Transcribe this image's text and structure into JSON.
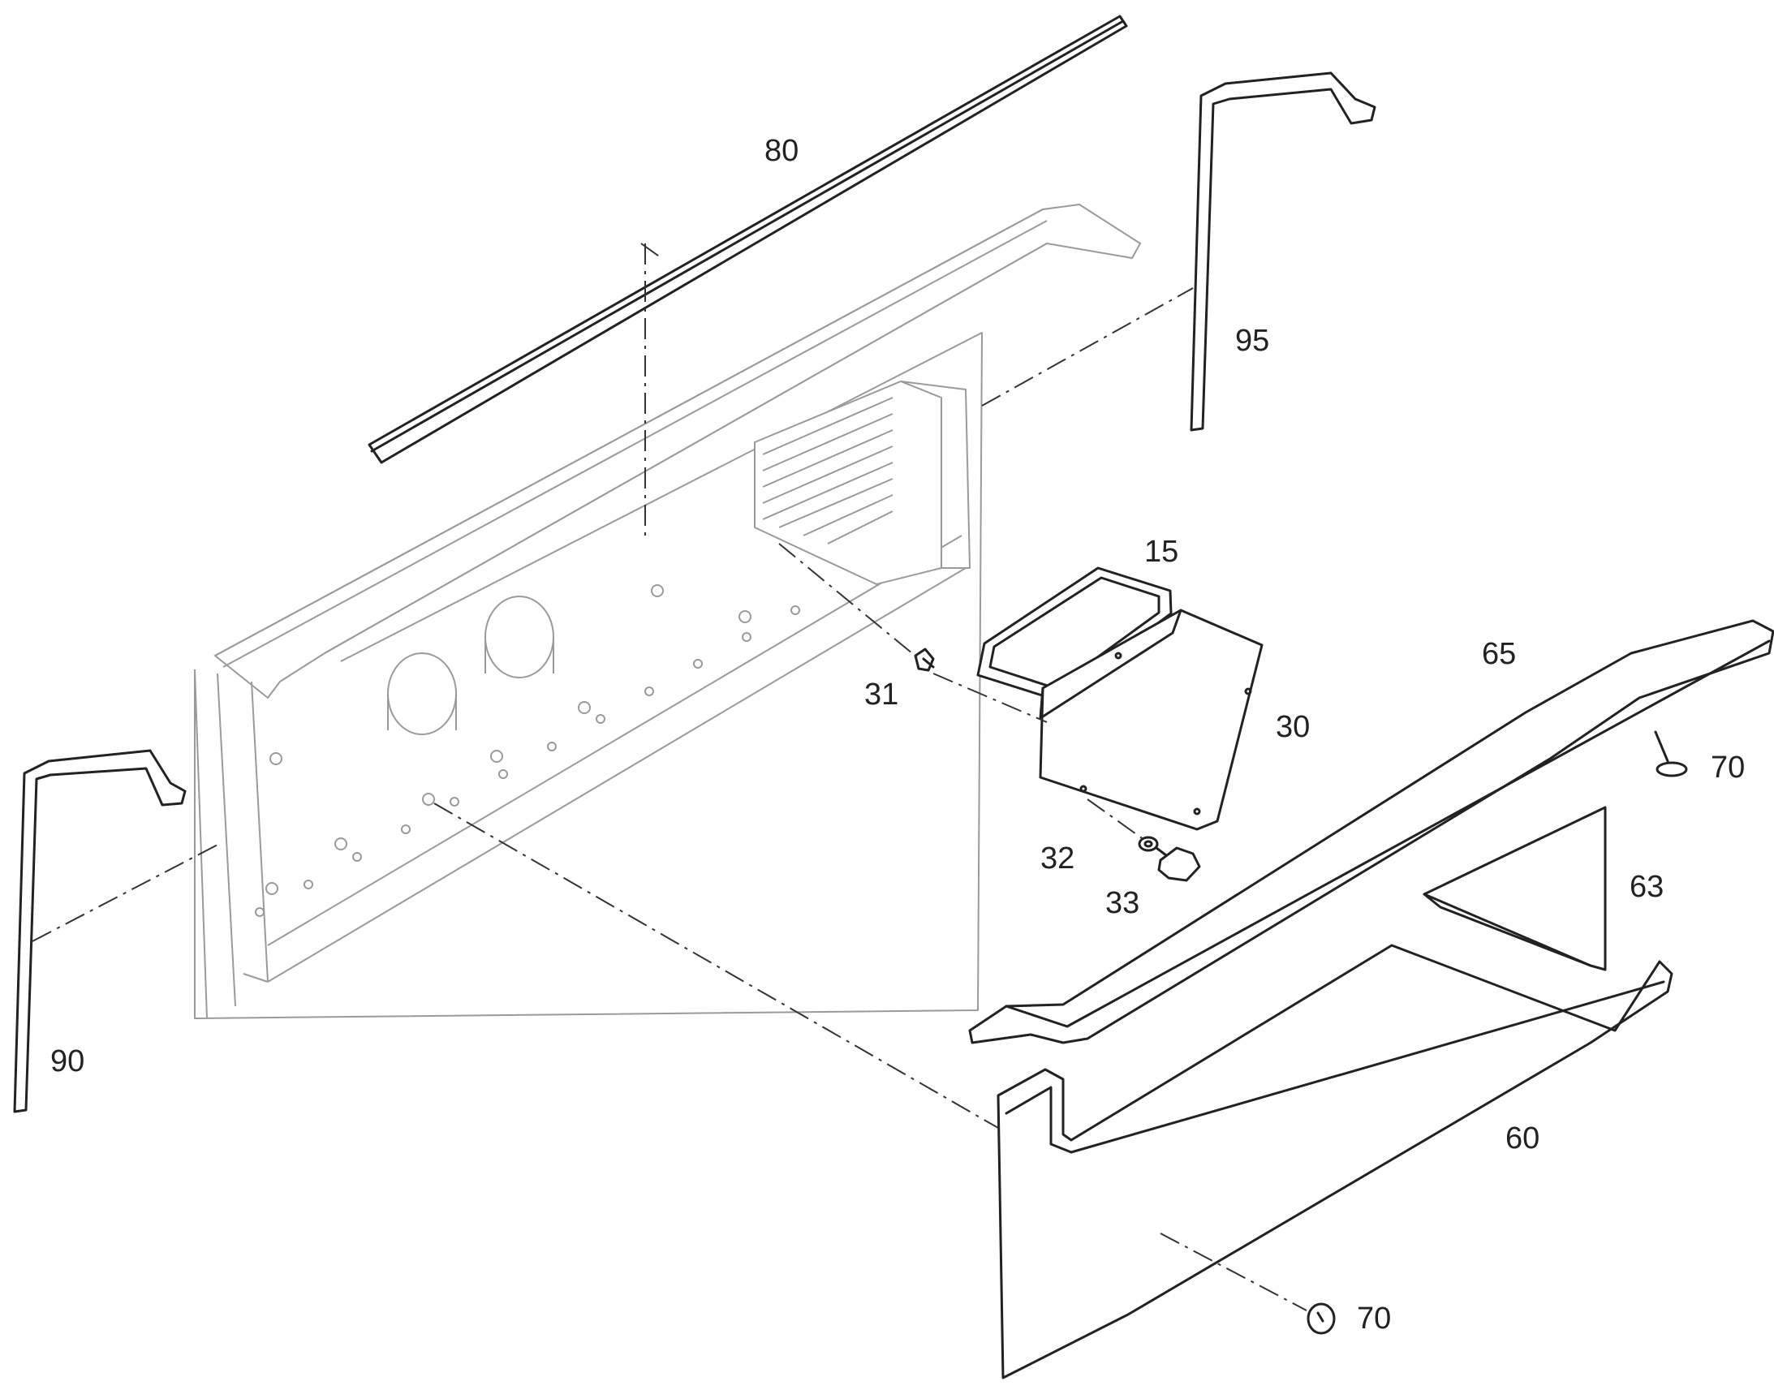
{
  "callouts": {
    "p80": "80",
    "p95": "95",
    "p15": "15",
    "p31": "31",
    "p30": "30",
    "p65": "65",
    "p70_top": "70",
    "p32": "32",
    "p33": "33",
    "p63": "63",
    "p90": "90",
    "p60": "60",
    "p70_bottom": "70"
  },
  "colors": {
    "line": "#222222",
    "faint_line": "#9a9a9a",
    "background": "#ffffff"
  }
}
